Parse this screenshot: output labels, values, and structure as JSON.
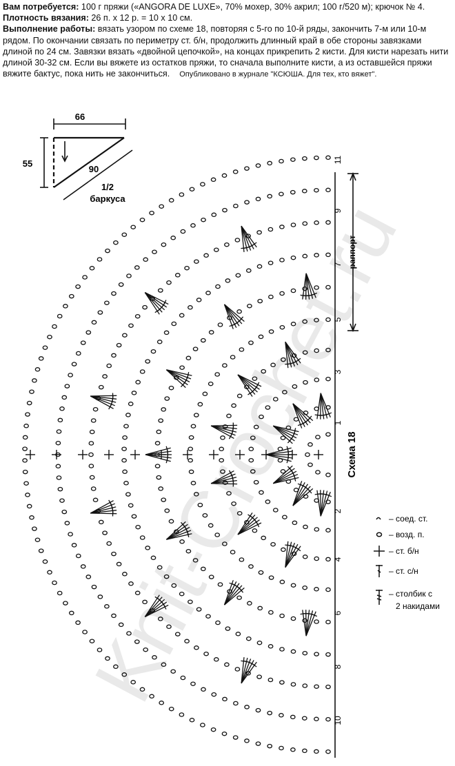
{
  "text": {
    "materials_label": "Вам потребуется:",
    "materials": " 100 г пряжи («ANGORA DE LUXE», 70% мохер, 30% акрил; 100 г/520 м); крючок № 4.",
    "density_label": "Плотность вязания:",
    "density": " 26 п. х 12 р. = 10 х 10 см.",
    "work_label": "Выполнение работы:",
    "work": " вязать узором по схеме 18, повторяя с 5-го по 10-й ряды, закончить 7-м или 10-м рядом. По окончании связать по периметру ст. б/н, продолжить длинный край в обе стороны завязками длиной по 24 см. Завязки вязать «двойной цепочкой», на концах прикрепить 2 кисти. Для кисти нарезать нити длиной 30-32 см. Если вы вяжете из остатков пряжи, то сначала выполните кисти, а из оставшейся пряжи вяжите бактус, пока нить не закончиться.",
    "published": "Опубликовано в журнале \"КСЮША. Для тех, кто вяжет\"."
  },
  "schematic": {
    "top": "66",
    "side": "55",
    "diag": "90",
    "caption_line1": "1/2",
    "caption_line2": "баркуса"
  },
  "scheme": {
    "title": "Схема 18",
    "repeat_label": "раппорт",
    "right_rows": [
      "11",
      "9",
      "7",
      "5",
      "3",
      "1"
    ],
    "left_rows": [
      "2",
      "4",
      "6",
      "8",
      "10"
    ]
  },
  "legend": [
    {
      "symbol": "slip-stitch",
      "text": "– соед. ст."
    },
    {
      "symbol": "chain",
      "text": "– возд. п."
    },
    {
      "symbol": "sc",
      "text": "– ст. б/н"
    },
    {
      "symbol": "dc",
      "text": "– ст. с/н"
    },
    {
      "symbol": "tr",
      "text": "– столбик с"
    },
    {
      "symbol": "tr2",
      "text": "2 накидами"
    }
  ],
  "watermark": "Knit-Crochet.ru"
}
